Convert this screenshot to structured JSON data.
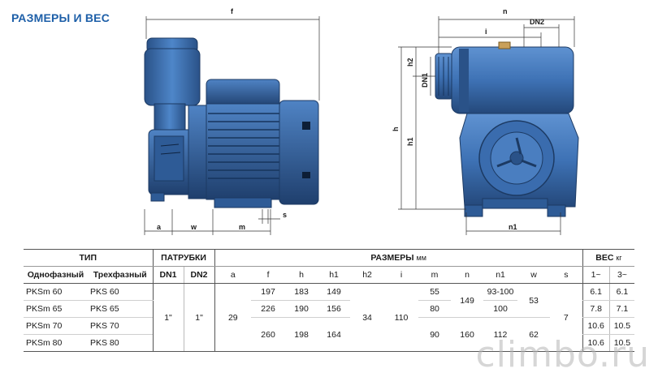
{
  "title": "РАЗМЕРЫ И ВЕС",
  "drawing": {
    "labels": {
      "f": "f",
      "a": "a",
      "w": "w",
      "m": "m",
      "s": "s",
      "n": "n",
      "dn2": "DN2",
      "i": "i",
      "h2": "h2",
      "dn1": "DN1",
      "h": "h",
      "h1": "h1",
      "n1": "n1"
    }
  },
  "table": {
    "group_type": "ТИП",
    "group_ports": "ПАТРУБКИ",
    "group_dims": "РАЗМЕРЫ",
    "dims_unit": "мм",
    "group_weight": "ВЕС",
    "weight_unit": "кг",
    "col_single": "Однофазный",
    "col_three": "Трехфазный",
    "col_dn1": "DN1",
    "col_dn2": "DN2",
    "dim_cols": [
      "a",
      "f",
      "h",
      "h1",
      "h2",
      "i",
      "m",
      "n",
      "n1",
      "w",
      "s"
    ],
    "w1": "1~",
    "w3": "3~",
    "models": [
      {
        "single": "PKSm 60",
        "three": "PKS 60"
      },
      {
        "single": "PKSm 65",
        "three": "PKS 65"
      },
      {
        "single": "PKSm 70",
        "three": "PKS 70"
      },
      {
        "single": "PKSm 80",
        "three": "PKS 80"
      }
    ],
    "dn1": "1\"",
    "dn2": "1\"",
    "a": "29",
    "h2": "34",
    "i": "110",
    "s": "7",
    "f": [
      "197",
      "226",
      "260"
    ],
    "h": [
      "183",
      "190",
      "198"
    ],
    "h1": [
      "149",
      "156",
      "164"
    ],
    "m": [
      "55",
      "80",
      "90"
    ],
    "n": [
      "149",
      "160"
    ],
    "n1": [
      "93-100",
      "100",
      "112"
    ],
    "w": [
      "53",
      "62"
    ],
    "weight1": [
      "6.1",
      "7.8",
      "10.6",
      "10.6"
    ],
    "weight3": [
      "6.1",
      "7.1",
      "10.5",
      "10.5"
    ]
  },
  "watermark": "climbo.ru",
  "colors": {
    "pump_blue": "#3e72b5",
    "pump_dark": "#24487a",
    "title_blue": "#1d5fa8"
  }
}
